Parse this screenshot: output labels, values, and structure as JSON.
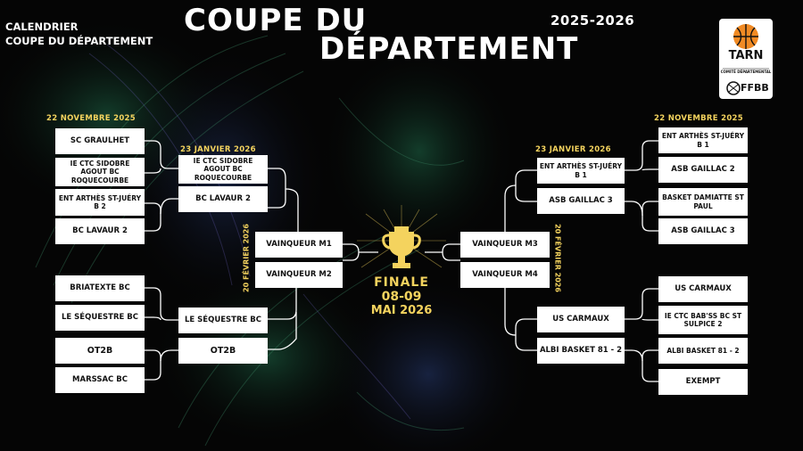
{
  "header": {
    "top_left_line1": "CALENDRIER",
    "top_left_line2": "COUPE DU DÉPARTEMENT",
    "title_line1": "COUPE DU",
    "title_line2": "DÉPARTEMENT",
    "season": "2025-2026"
  },
  "logo": {
    "name": "TARN",
    "subtitle": "COMITÉ DÉPARTEMENTAL",
    "federation": "FFBB"
  },
  "dates": {
    "round1_left": "22 NOVEMBRE 2025",
    "round1_right": "22 NOVEMBRE 2025",
    "round2_left": "23 JANVIER 2026",
    "round2_right": "23 JANVIER 2026",
    "semis_left": "20 FÉVRIER 2026",
    "semis_right": "20 FÉVRIER 2026"
  },
  "final": {
    "label": "FINALE",
    "days": "08-09",
    "month": "MAI 2026"
  },
  "left": {
    "round1": [
      "SC GRAULHET",
      "IE CTC SIDOBRE AGOUT BC ROQUECOURBE",
      "ENT ARTHÈS ST-JUÉRY B 2",
      "BC LAVAUR 2",
      "BRIATEXTE BC",
      "LE SÉQUESTRE BC",
      "OT2B",
      "MARSSAC BC"
    ],
    "round2": [
      "IE CTC SIDOBRE AGOUT BC ROQUECOURBE",
      "BC LAVAUR 2",
      "LE SÉQUESTRE BC",
      "OT2B"
    ],
    "semis": [
      "VAINQUEUR M1",
      "VAINQUEUR M2"
    ]
  },
  "right": {
    "round1": [
      "ENT ARTHÈS ST-JUÉRY B 1",
      "ASB GAILLAC 2",
      "BASKET DAMIATTE ST PAUL",
      "ASB GAILLAC 3",
      "US CARMAUX",
      "IE CTC BAB'SS BC ST SULPICE 2",
      "ALBI BASKET 81 - 2",
      "EXEMPT"
    ],
    "round2": [
      "ENT ARTHÈS ST-JUÉRY B 1",
      "ASB GAILLAC 3",
      "US CARMAUX",
      "ALBI BASKET 81 - 2"
    ],
    "semis": [
      "VAINQUEUR M3",
      "VAINQUEUR M4"
    ]
  },
  "colors": {
    "accent": "#f4d35e",
    "background": "#050505",
    "box": "#ffffff"
  }
}
